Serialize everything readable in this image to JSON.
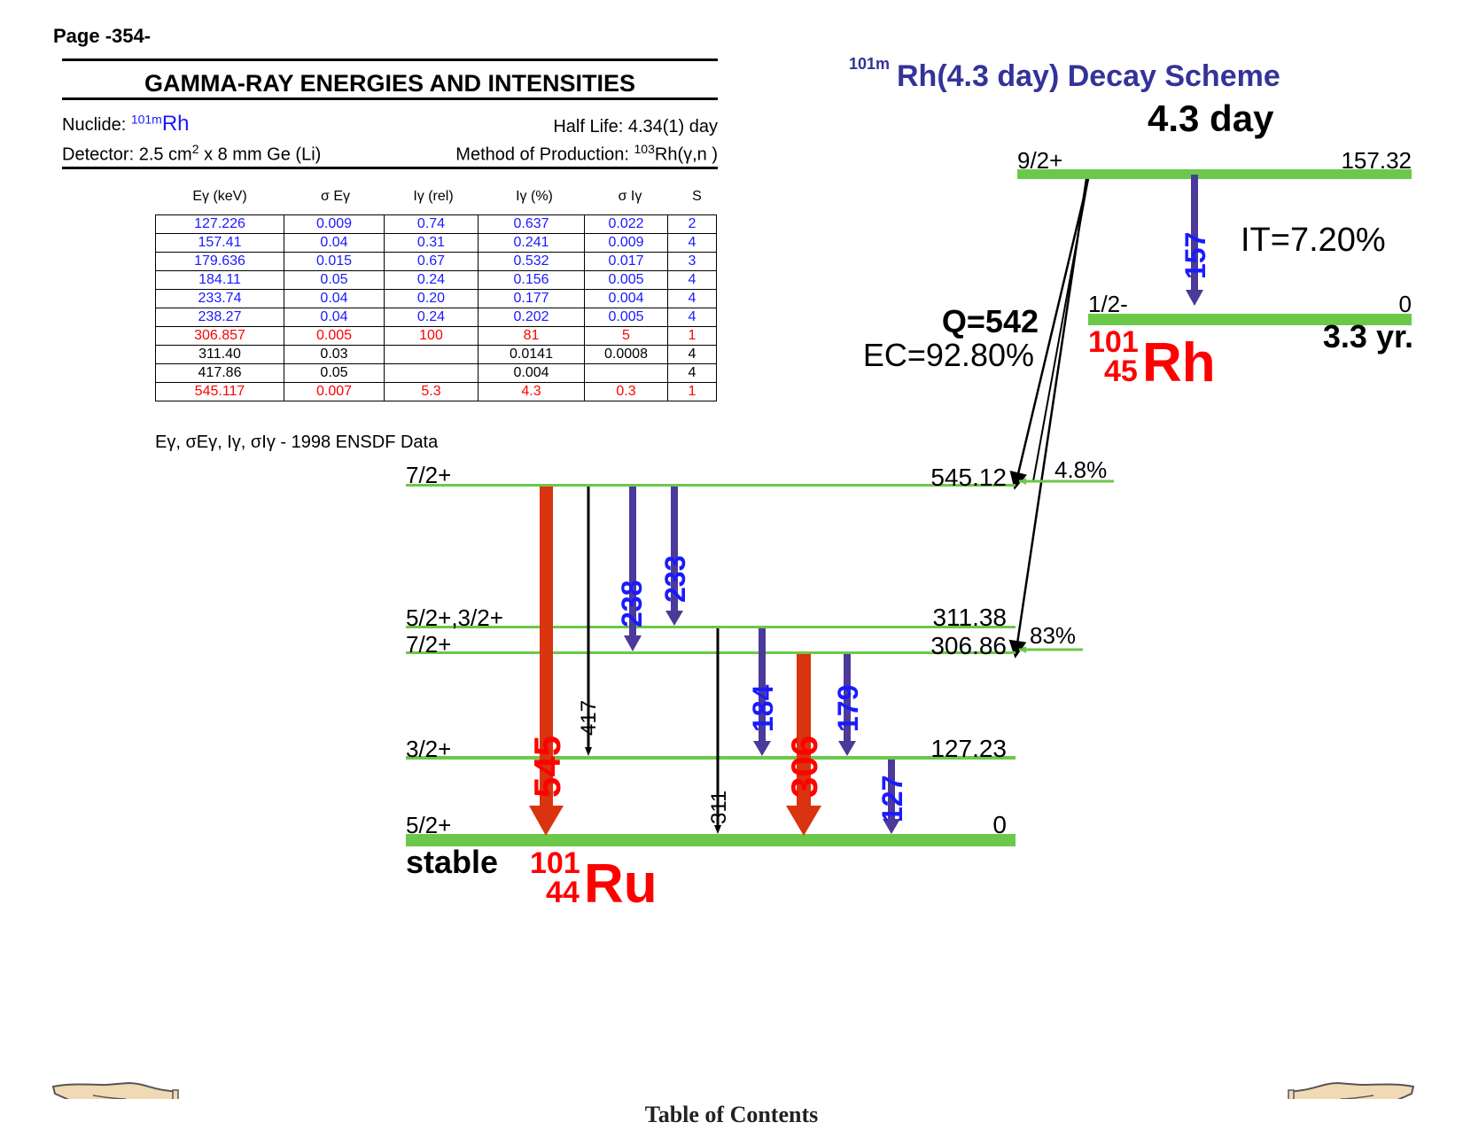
{
  "page": {
    "number": "Page -354-"
  },
  "header": {
    "title": "GAMMA-RAY ENERGIES AND INTENSITIES",
    "nuclide_label": "Nuclide: ",
    "nuclide_mass": "101m",
    "nuclide_symbol": "Rh",
    "half_life": "Half Life: 4.34(1) day",
    "detector_pre": "Detector: 2.5 cm",
    "detector_sup": "2",
    "detector_post": " x 8 mm Ge (Li)",
    "production_pre": "Method of Production: ",
    "production_sup": "103",
    "production_post": "Rh(γ,n )"
  },
  "table": {
    "headers": [
      "Eγ (keV)",
      "σ Eγ",
      "Iγ (rel)",
      "Iγ (%)",
      "σ Iγ",
      "S"
    ],
    "rows": [
      {
        "style": "blue",
        "cells": [
          "127.226",
          "0.009",
          "0.74",
          "0.637",
          "0.022",
          "2"
        ]
      },
      {
        "style": "blue",
        "cells": [
          "157.41",
          "0.04",
          "0.31",
          "0.241",
          "0.009",
          "4"
        ]
      },
      {
        "style": "blue",
        "cells": [
          "179.636",
          "0.015",
          "0.67",
          "0.532",
          "0.017",
          "3"
        ]
      },
      {
        "style": "blue",
        "cells": [
          "184.11",
          "0.05",
          "0.24",
          "0.156",
          "0.005",
          "4"
        ]
      },
      {
        "style": "blue",
        "cells": [
          "233.74",
          "0.04",
          "0.20",
          "0.177",
          "0.004",
          "4"
        ]
      },
      {
        "style": "blue",
        "cells": [
          "238.27",
          "0.04",
          "0.24",
          "0.202",
          "0.005",
          "4"
        ]
      },
      {
        "style": "red",
        "cells": [
          "306.857",
          "0.005",
          "100",
          "81",
          "5",
          "1"
        ]
      },
      {
        "style": "black",
        "cells": [
          "311.40",
          "0.03",
          "",
          "0.0141",
          "0.0008",
          "4"
        ]
      },
      {
        "style": "black",
        "cells": [
          "417.86",
          "0.05",
          "",
          "0.004",
          "",
          "4"
        ]
      },
      {
        "style": "red",
        "cells": [
          "545.117",
          "0.007",
          "5.3",
          "4.3",
          "0.3",
          "1"
        ]
      }
    ],
    "footnote": "Eγ, σEγ, Iγ, σIγ - 1998 ENSDF Data"
  },
  "scheme": {
    "title_mass": "101m",
    "title_text": "Rh(4.3 day) Decay Scheme",
    "parent_halflife": "4.3 day",
    "parent_spin": "9/2+",
    "parent_energy": "157.32",
    "it_label": "IT=7.20%",
    "it_gamma": "157",
    "ground_spin": "1/2-",
    "ground_energy": "0",
    "ground_halflife": "3.3 yr.",
    "rh_mass": "101",
    "rh_z": "45",
    "rh_symbol": "Rh",
    "q_value": "Q=542",
    "ec_label": "EC=92.80%",
    "branch_545": "4.8%",
    "branch_306": "83%",
    "levels": [
      {
        "spin": "7/2+",
        "energy": "545.12"
      },
      {
        "spin": "5/2+,3/2+",
        "energy": "311.38"
      },
      {
        "spin": "7/2+",
        "energy": "306.86"
      },
      {
        "spin": "3/2+",
        "energy": "127.23"
      },
      {
        "spin": "5/2+",
        "energy": "0"
      }
    ],
    "gammas": [
      "545",
      "417",
      "238",
      "233",
      "311",
      "184",
      "306",
      "179",
      "127"
    ],
    "stable": "stable",
    "ru_mass": "101",
    "ru_z": "44",
    "ru_symbol": "Ru",
    "colors": {
      "level": "#6cc84a",
      "strong": "#d9330f",
      "medium": "#4b3a9a",
      "weak": "#000000",
      "label_blue": "#1a1aff",
      "label_red": "#ff0000",
      "title": "#333399"
    }
  },
  "footer": {
    "toc": "Table of Contents",
    "prev_icon": "pointing-hand-left-icon",
    "next_icon": "pointing-hand-right-icon"
  }
}
